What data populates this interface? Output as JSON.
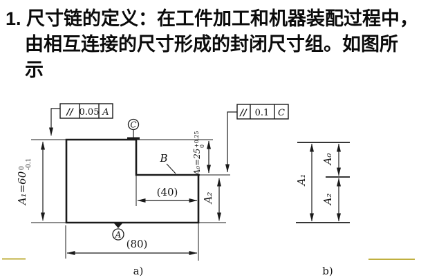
{
  "title": {
    "line1": "1. 尺寸链的定义：在工件加工和机器装配过程中，",
    "line2": "由相互连接的尺寸形成的封闭尺寸组。如图所",
    "line3": "示"
  },
  "figure_a": {
    "caption": "a)",
    "fcf1": {
      "symbol": "//",
      "tolerance": "0.05",
      "datum": "A"
    },
    "fcf2": {
      "symbol": "//",
      "tolerance": "0.1",
      "datum": "C"
    },
    "datum_top": "C",
    "datum_bottom": "A",
    "surface_label": "B",
    "dims": {
      "a1": {
        "text": "A₁=60",
        "upper": "0",
        "lower": "-0.1"
      },
      "a0": {
        "text": "A₀=25",
        "upper": "+0.25",
        "lower": "0"
      },
      "a2": "A₂",
      "width_inner": "(40)",
      "width_total": "(80)"
    }
  },
  "figure_b": {
    "caption": "b)",
    "dims": {
      "a1": "A₁",
      "a0": "A₀",
      "a2": "A₂"
    }
  },
  "colors": {
    "line": "#1a1a1a",
    "accent_rule": "#c0b040"
  }
}
